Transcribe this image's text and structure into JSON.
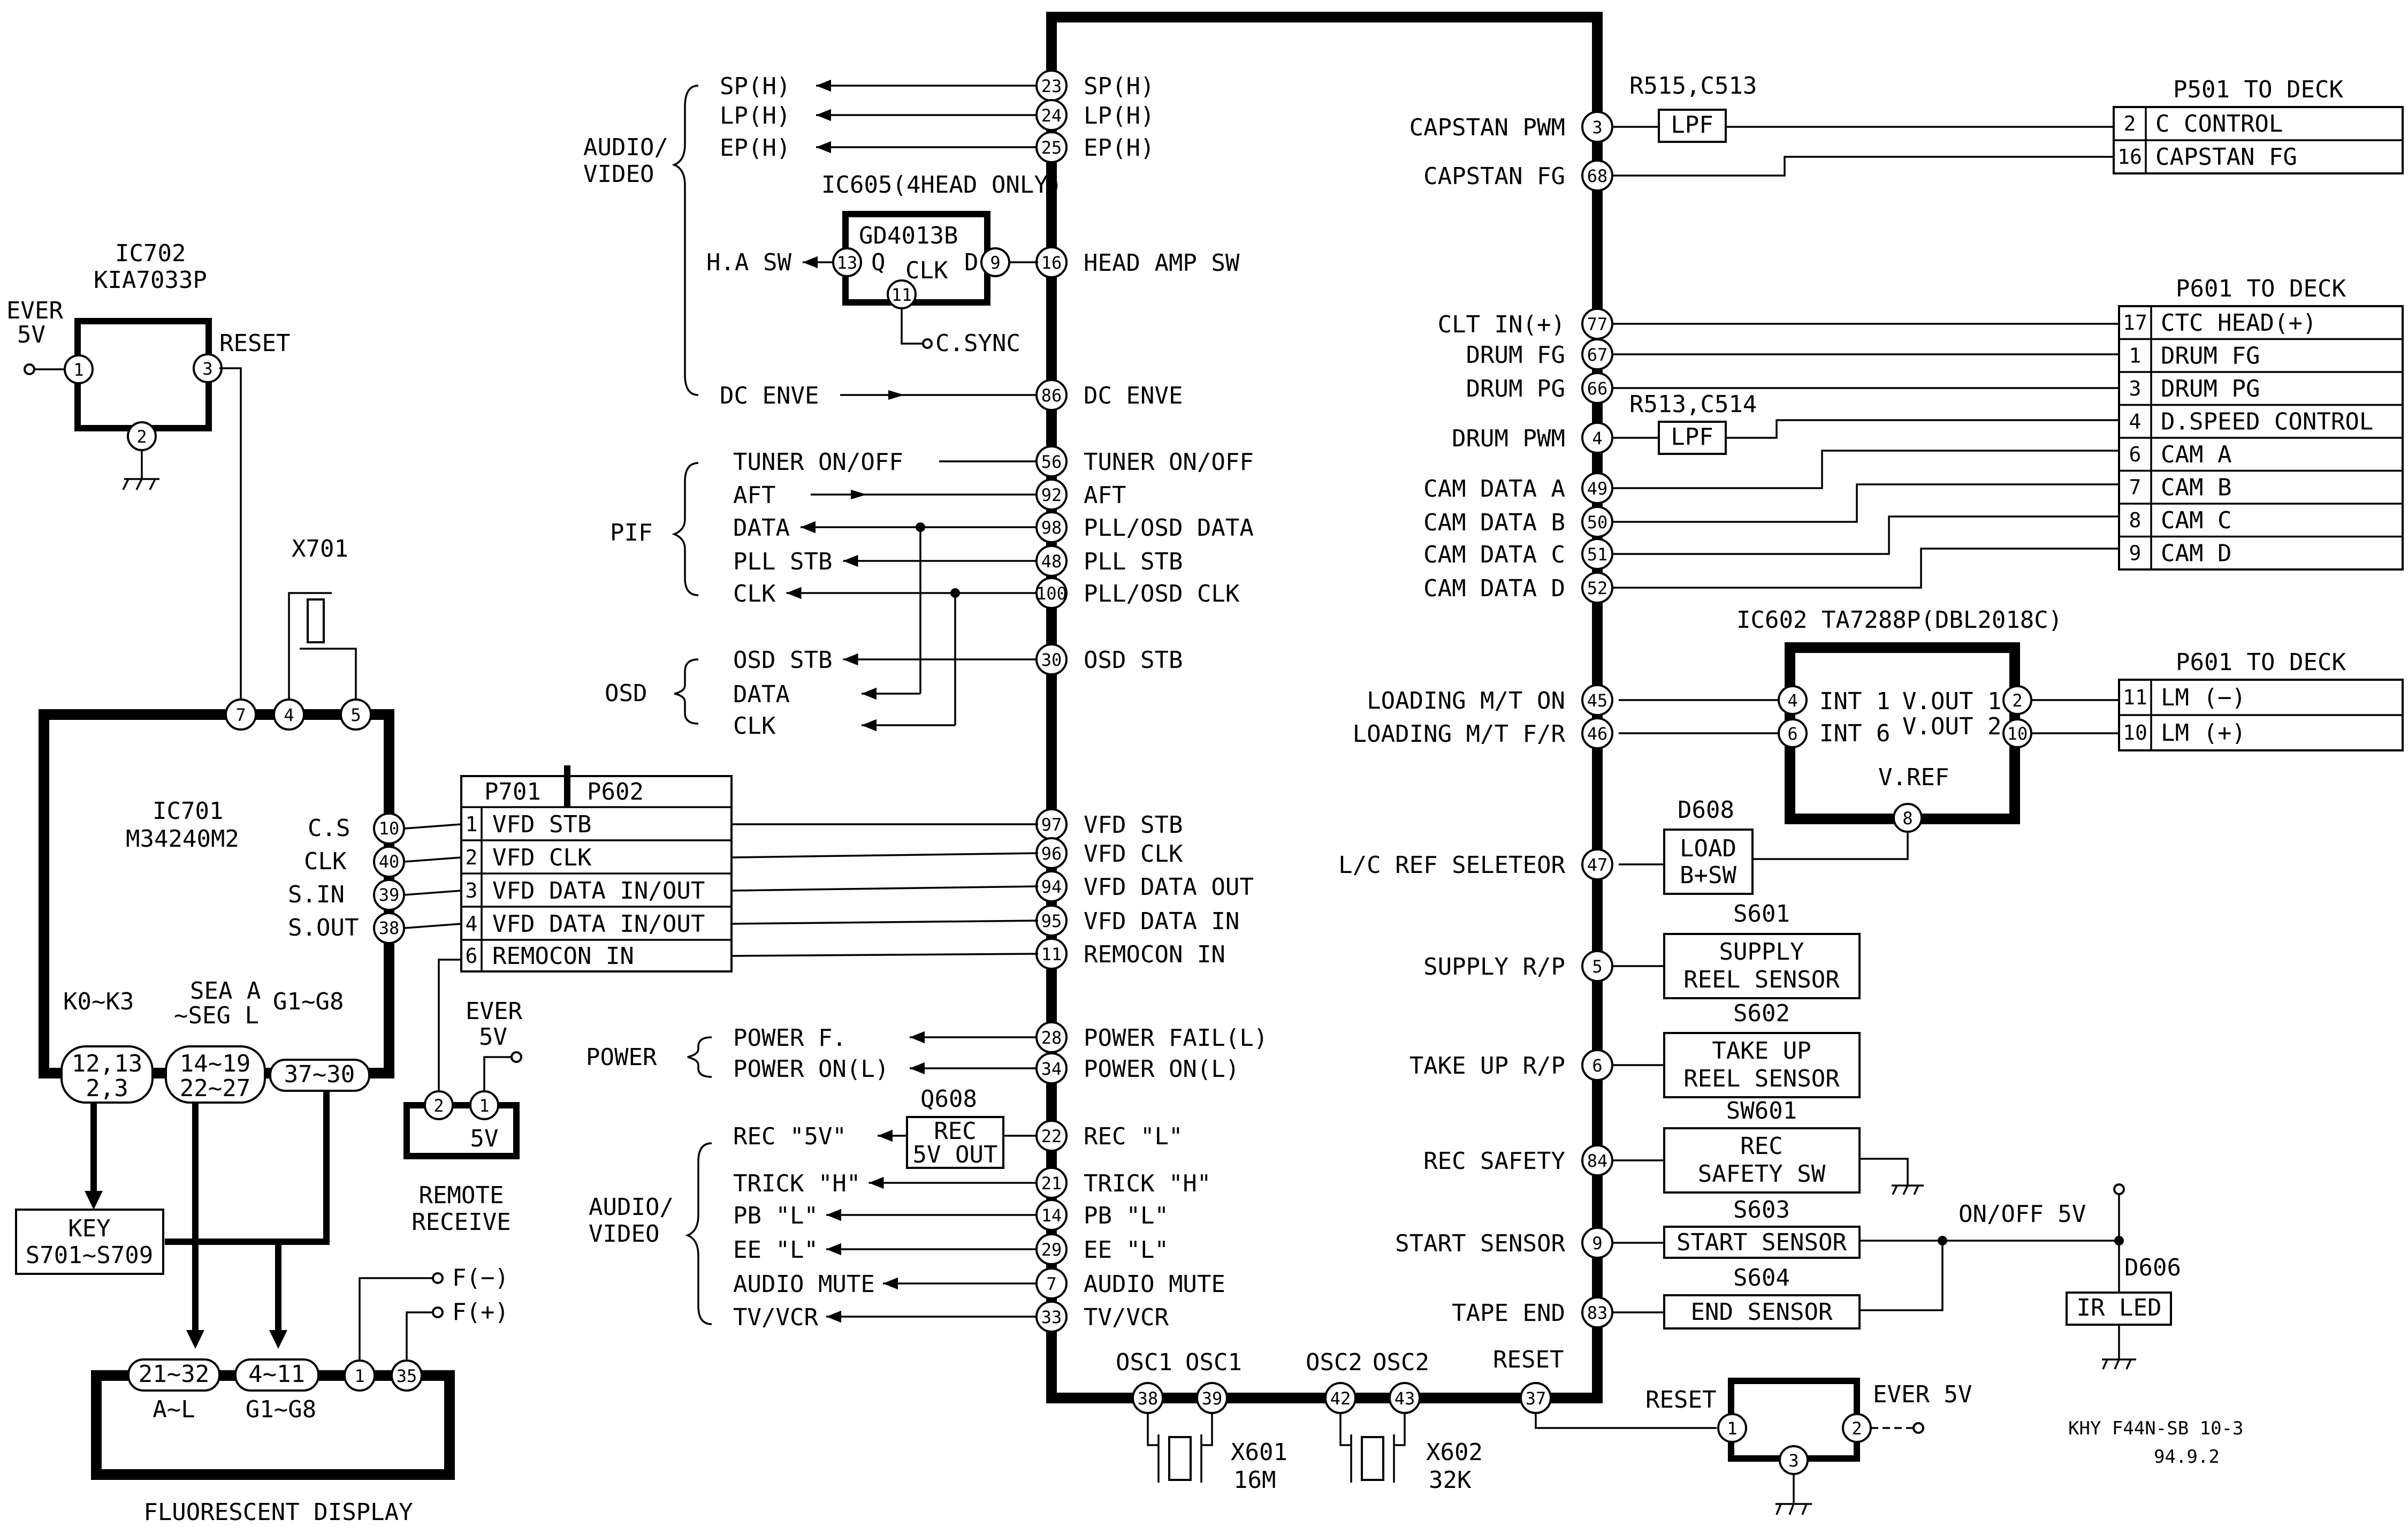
{
  "ic702": {
    "name": "IC702",
    "part": "KIA7033P",
    "reset": "RESET",
    "ever": "EVER",
    "ever_v": "5V",
    "pins": [
      "1",
      "2",
      "3"
    ]
  },
  "x701": "X701",
  "ic701": {
    "name": "IC701",
    "part": "M34240M2",
    "sigs": [
      "C.S",
      "CLK",
      "S.IN",
      "S.OUT"
    ],
    "sig_pins": [
      "10",
      "40",
      "39",
      "38"
    ],
    "top_pins": [
      "7",
      "4",
      "5"
    ],
    "bus_labels": [
      "K0~K3",
      "SEA A",
      "~SEG L",
      "G1~G8"
    ],
    "bus_pins": [
      "12,13",
      "2,3",
      "14~19",
      "22~27",
      "37~30"
    ]
  },
  "key": {
    "l1": "KEY",
    "l2": "S701~S709"
  },
  "display": {
    "label": "FLUORESCENT DISPLAY",
    "pins": [
      "21~32",
      "4~11",
      "1",
      "35"
    ],
    "sub": [
      "A~L",
      "G1~G8"
    ],
    "f_minus": "F(−)",
    "f_plus": "F(+)"
  },
  "remote": {
    "ever": "EVER",
    "v": "5V",
    "inner": "5V",
    "l1": "REMOTE",
    "l2": "RECEIVE",
    "pins": [
      "2",
      "1"
    ]
  },
  "connector": {
    "h1": "P701",
    "h2": "P602",
    "rows": [
      {
        "pin": "1",
        "label": "VFD STB"
      },
      {
        "pin": "2",
        "label": "VFD CLK"
      },
      {
        "pin": "3",
        "label": "VFD DATA IN/OUT"
      },
      {
        "pin": "4",
        "label": "VFD DATA IN/OUT"
      },
      {
        "pin": "6",
        "label": "REMOCON IN"
      }
    ]
  },
  "groups": {
    "av1": [
      "AUDIO/",
      "VIDEO"
    ],
    "pif": "PIF",
    "osd": "OSD",
    "power": "POWER",
    "av2": [
      "AUDIO/",
      "VIDEO"
    ]
  },
  "left_signals": [
    {
      "ext": "SP(H)",
      "pin": "23",
      "name": "SP(H)"
    },
    {
      "ext": "LP(H)",
      "pin": "24",
      "name": "LP(H)"
    },
    {
      "ext": "EP(H)",
      "pin": "25",
      "name": "EP(H)"
    },
    {
      "ext": "",
      "pin": "16",
      "name": "HEAD AMP SW"
    },
    {
      "ext": "DC ENVE",
      "pin": "86",
      "name": "DC ENVE"
    },
    {
      "ext": "TUNER ON/OFF",
      "pin": "56",
      "name": "TUNER ON/OFF"
    },
    {
      "ext": "AFT",
      "pin": "92",
      "name": "AFT"
    },
    {
      "ext": "DATA",
      "pin": "98",
      "name": "PLL/OSD DATA"
    },
    {
      "ext": "PLL STB",
      "pin": "48",
      "name": "PLL STB"
    },
    {
      "ext": "CLK",
      "pin": "100",
      "name": "PLL/OSD CLK"
    },
    {
      "ext": "OSD STB",
      "pin": "30",
      "name": "OSD STB"
    },
    {
      "ext": "DATA",
      "pin": "",
      "name": ""
    },
    {
      "ext": "CLK",
      "pin": "",
      "name": ""
    },
    {
      "ext": "",
      "pin": "97",
      "name": "VFD STB"
    },
    {
      "ext": "",
      "pin": "96",
      "name": "VFD CLK"
    },
    {
      "ext": "",
      "pin": "94",
      "name": "VFD DATA OUT"
    },
    {
      "ext": "",
      "pin": "95",
      "name": "VFD DATA IN"
    },
    {
      "ext": "",
      "pin": "11",
      "name": "REMOCON IN"
    },
    {
      "ext": "POWER F.",
      "pin": "28",
      "name": "POWER FAIL(L)"
    },
    {
      "ext": "POWER ON(L)",
      "pin": "34",
      "name": "POWER ON(L)"
    },
    {
      "ext": "REC \"5V\"",
      "pin": "22",
      "name": "REC \"L\""
    },
    {
      "ext": "TRICK \"H\"",
      "pin": "21",
      "name": "TRICK \"H\""
    },
    {
      "ext": "PB \"L\"",
      "pin": "14",
      "name": "PB \"L\""
    },
    {
      "ext": "EE \"L\"",
      "pin": "29",
      "name": "EE \"L\""
    },
    {
      "ext": "AUDIO MUTE",
      "pin": "7",
      "name": "AUDIO MUTE"
    },
    {
      "ext": "TV/VCR",
      "pin": "33",
      "name": "TV/VCR"
    }
  ],
  "ic605": {
    "title": "IC605(4HEAD ONLY)",
    "part": "GD4013B",
    "q": "Q",
    "d": "D",
    "clk": "CLK",
    "pins": [
      "13",
      "9",
      "11"
    ],
    "ha": "H.A SW",
    "csync": "C.SYNC"
  },
  "q608": {
    "name": "Q608",
    "l1": "REC",
    "l2": "5V OUT"
  },
  "right_signals": [
    {
      "name": "CAPSTAN PWM",
      "pin": "3"
    },
    {
      "name": "CAPSTAN FG",
      "pin": "68"
    },
    {
      "name": "CLT IN(+)",
      "pin": "77"
    },
    {
      "name": "DRUM FG",
      "pin": "67"
    },
    {
      "name": "DRUM PG",
      "pin": "66"
    },
    {
      "name": "DRUM PWM",
      "pin": "4"
    },
    {
      "name": "CAM DATA A",
      "pin": "49"
    },
    {
      "name": "CAM DATA B",
      "pin": "50"
    },
    {
      "name": "CAM DATA C",
      "pin": "51"
    },
    {
      "name": "CAM DATA D",
      "pin": "52"
    },
    {
      "name": "LOADING M/T ON",
      "pin": "45"
    },
    {
      "name": "LOADING M/T F/R",
      "pin": "46"
    },
    {
      "name": "L/C REF SELETEOR",
      "pin": "47"
    },
    {
      "name": "SUPPLY R/P",
      "pin": "5"
    },
    {
      "name": "TAKE UP R/P",
      "pin": "6"
    },
    {
      "name": "REC SAFETY",
      "pin": "84"
    },
    {
      "name": "START SENSOR",
      "pin": "9"
    },
    {
      "name": "TAPE END",
      "pin": "83"
    }
  ],
  "rc": {
    "r515": "R515,C513",
    "r513": "R513,C514",
    "lpf": "LPF"
  },
  "p501": {
    "title": "P501 TO DECK",
    "rows": [
      {
        "pin": "2",
        "label": "C CONTROL"
      },
      {
        "pin": "16",
        "label": "CAPSTAN FG"
      }
    ]
  },
  "p601a": {
    "title": "P601 TO DECK",
    "rows": [
      {
        "pin": "17",
        "label": "CTC HEAD(+)"
      },
      {
        "pin": "1",
        "label": "DRUM FG"
      },
      {
        "pin": "3",
        "label": "DRUM PG"
      },
      {
        "pin": "4",
        "label": "D.SPEED CONTROL"
      },
      {
        "pin": "6",
        "label": "CAM A"
      },
      {
        "pin": "7",
        "label": "CAM B"
      },
      {
        "pin": "8",
        "label": "CAM C"
      },
      {
        "pin": "9",
        "label": "CAM D"
      }
    ]
  },
  "ic602": {
    "title": "IC602 TA7288P(DBL2018C)",
    "int1": "INT 1",
    "int6": "INT 6",
    "vout1": "V.OUT 1",
    "vout2": "V.OUT 2",
    "vref": "V.REF",
    "pins": [
      "4",
      "6",
      "2",
      "10",
      "8"
    ]
  },
  "p601b": {
    "title": "P601 TO DECK",
    "rows": [
      {
        "pin": "11",
        "label": "LM (−)"
      },
      {
        "pin": "10",
        "label": "LM (+)"
      }
    ]
  },
  "d608": {
    "name": "D608",
    "l1": "LOAD",
    "l2": "B+SW"
  },
  "sensors": [
    {
      "name": "S601",
      "l1": "SUPPLY",
      "l2": "REEL SENSOR"
    },
    {
      "name": "S602",
      "l1": "TAKE UP",
      "l2": "REEL SENSOR"
    },
    {
      "name": "SW601",
      "l1": "REC",
      "l2": "SAFETY SW"
    },
    {
      "name": "S603",
      "l1": "START SENSOR",
      "l2": ""
    },
    {
      "name": "S604",
      "l1": "END SENSOR",
      "l2": ""
    }
  ],
  "onoff": "ON/OFF 5V",
  "d606": {
    "name": "D606",
    "label": "IR LED"
  },
  "osc": {
    "l1": "OSC1",
    "l2": "OSC1",
    "l3": "OSC2",
    "l4": "OSC2",
    "reset": "RESET",
    "pins": [
      "38",
      "39",
      "42",
      "43",
      "37"
    ]
  },
  "x601": {
    "name": "X601",
    "freq": "16M"
  },
  "x602": {
    "name": "X602",
    "freq": "32K"
  },
  "reset_ic": {
    "reset": "RESET",
    "ever": "EVER 5V",
    "pins": [
      "1",
      "2",
      "3"
    ]
  },
  "footer": {
    "l1": "KHY F44N-SB 10-3",
    "l2": "94.9.2"
  }
}
